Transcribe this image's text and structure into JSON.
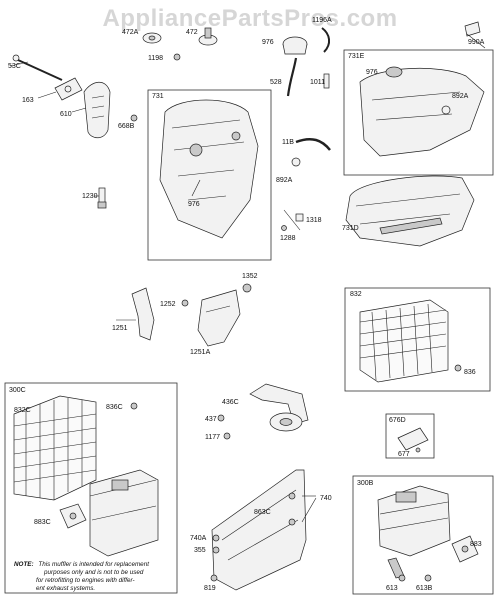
{
  "watermark": "AppliancePartsPros.com",
  "labels": {
    "l_472a": "472A",
    "l_472": "472",
    "l_1196a": "1196A",
    "l_990a": "990A",
    "l_53c": "53C",
    "l_1198": "1198",
    "l_976_top": "976",
    "l_528": "528",
    "l_1011": "1011",
    "l_163": "163",
    "l_610": "610",
    "l_668b": "668B",
    "l_731": "731",
    "l_11b": "11B",
    "l_892a_mid": "892A",
    "l_976_mid": "976",
    "l_1318": "1318",
    "l_1288": "1288",
    "l_1230": "1230",
    "l_731e": "731E",
    "l_976_e": "976",
    "l_892a_e": "892A",
    "l_731d": "731D",
    "l_1352": "1352",
    "l_1252": "1252",
    "l_1251": "1251",
    "l_1251a": "1251A",
    "l_832": "832",
    "l_836": "836",
    "l_300c": "300C",
    "l_832c": "832C",
    "l_836c": "836C",
    "l_883c": "883C",
    "l_436c": "436C",
    "l_437": "437",
    "l_1177": "1177",
    "l_676d": "676D",
    "l_677": "677",
    "l_740": "740",
    "l_863c": "863C",
    "l_740a": "740A",
    "l_355": "355",
    "l_819": "819",
    "l_300b": "300B",
    "l_883": "883",
    "l_613": "613",
    "l_613b": "613B"
  },
  "note": {
    "prefix": "NOTE:",
    "line1": "This muffler is intended for replacement",
    "line2": "purposes only and is not to be used",
    "line3": "for retrofitting to engines with differ-",
    "line4": "ent exhaust systems."
  }
}
